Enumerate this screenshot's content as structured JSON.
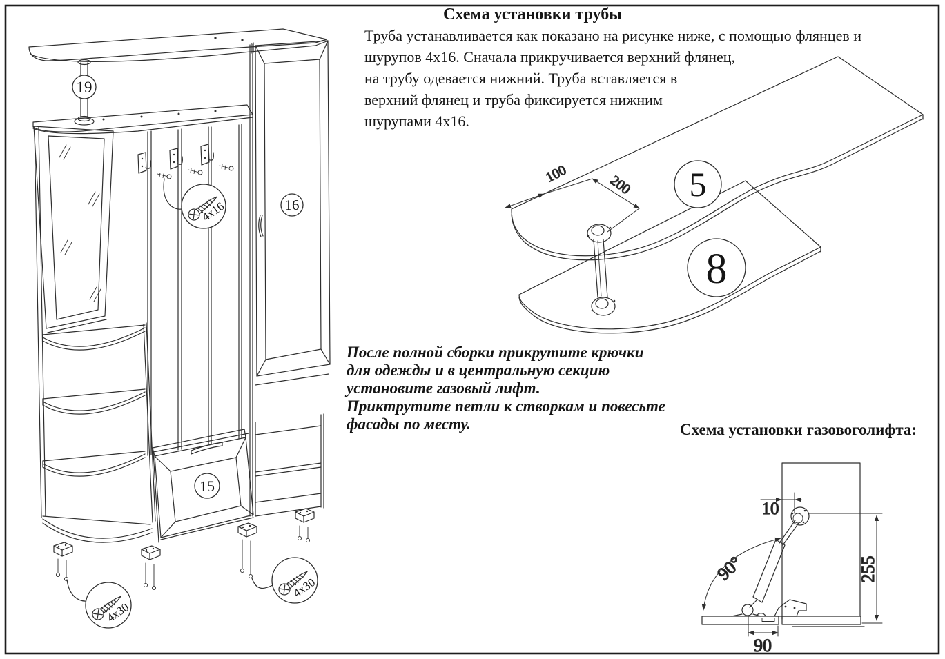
{
  "colors": {
    "ink": "#2e2e2e",
    "paper": "#ffffff"
  },
  "header": {
    "title": "Схема установки трубы"
  },
  "intro": {
    "lines": [
      "Труба устанавливается как показано на рисунке ниже, с помощью флянцев и",
      "шурупов 4х16. Сначала прикручивается верхний флянец,",
      "на трубу одевается нижний. Труба вставляется в",
      "верхний флянец и труба фиксируется нижним",
      "шурупами 4х16."
    ]
  },
  "note": {
    "lines": [
      "После полной сборки прикрутите крючки",
      "для одежды и в центральную секцию",
      "установите газовый лифт.",
      "Приктрутите петли к створкам и повесьте",
      "фасады по месту."
    ]
  },
  "gas_lift_section": {
    "heading": "Схема установки газовоголифта:",
    "dimensions": {
      "top_offset": "10",
      "height": "255",
      "angle": "90°",
      "base_width": "90"
    }
  },
  "furniture": {
    "callouts": {
      "pipe": "19",
      "tall_door": "16",
      "drawer_flap": "15"
    },
    "screw_labels": {
      "hooks": "4x16",
      "left_feet": "4x30",
      "right_feet": "4x30"
    }
  },
  "pipe_assembly": {
    "callouts": {
      "top_shelf": "5",
      "lower_shelf": "8"
    },
    "dimensions": {
      "edge_offset": "100",
      "pipe_depth": "200"
    }
  }
}
